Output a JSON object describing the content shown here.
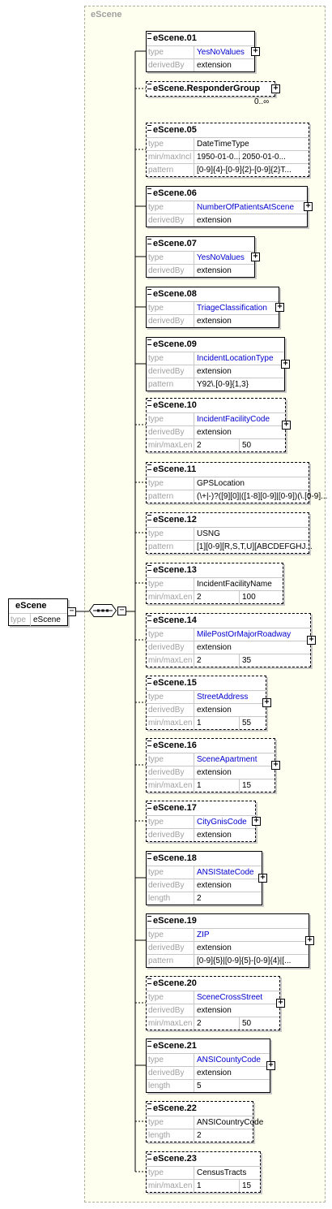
{
  "group": {
    "title": "eScene"
  },
  "root": {
    "name": "eScene",
    "type_label": "type",
    "type_value": "eScene"
  },
  "sequence": {
    "symbol": "sequence-compositor"
  },
  "elements": [
    {
      "name": "eScene.01",
      "optional": false,
      "rows": [
        {
          "label": "type",
          "value": "YesNoValues",
          "link": true
        },
        {
          "label": "derivedBy",
          "value": "extension"
        }
      ],
      "expand": true
    },
    {
      "name": "eScene.ResponderGroup",
      "optional": true,
      "rows": [],
      "expand": true,
      "occurs": "0..∞"
    },
    {
      "name": "eScene.05",
      "optional": true,
      "rows": [
        {
          "label": "type",
          "value": "DateTimeType"
        },
        {
          "label": "min/maxIncl",
          "value": "1950-01-0...",
          "value2": "2050-01-0..."
        },
        {
          "label": "pattern",
          "value": "[0-9]{4}-[0-9]{2}-[0-9]{2}T..."
        }
      ],
      "expand": false
    },
    {
      "name": "eScene.06",
      "optional": false,
      "rows": [
        {
          "label": "type",
          "value": "NumberOfPatientsAtScene",
          "link": true
        },
        {
          "label": "derivedBy",
          "value": "extension"
        }
      ],
      "expand": true
    },
    {
      "name": "eScene.07",
      "optional": false,
      "rows": [
        {
          "label": "type",
          "value": "YesNoValues",
          "link": true
        },
        {
          "label": "derivedBy",
          "value": "extension"
        }
      ],
      "expand": true
    },
    {
      "name": "eScene.08",
      "optional": false,
      "rows": [
        {
          "label": "type",
          "value": "TriageClassification",
          "link": true
        },
        {
          "label": "derivedBy",
          "value": "extension"
        }
      ],
      "expand": true
    },
    {
      "name": "eScene.09",
      "optional": false,
      "rows": [
        {
          "label": "type",
          "value": "IncidentLocationType",
          "link": true
        },
        {
          "label": "derivedBy",
          "value": "extension"
        },
        {
          "label": "pattern",
          "value": "Y92\\.[0-9]{1,3}"
        }
      ],
      "expand": true
    },
    {
      "name": "eScene.10",
      "optional": true,
      "rows": [
        {
          "label": "type",
          "value": "IncidentFacilityCode",
          "link": true
        },
        {
          "label": "derivedBy",
          "value": "extension"
        },
        {
          "label": "min/maxLen",
          "value": "2",
          "value2": "50"
        }
      ],
      "expand": true
    },
    {
      "name": "eScene.11",
      "optional": true,
      "rows": [
        {
          "label": "type",
          "value": "GPSLocation"
        },
        {
          "label": "pattern",
          "value": "(\\+|-)?([9][0]|([1-8][0-9]|[0-9])(\\.[0-9]..."
        }
      ],
      "expand": false
    },
    {
      "name": "eScene.12",
      "optional": true,
      "rows": [
        {
          "label": "type",
          "value": "USNG"
        },
        {
          "label": "pattern",
          "value": "[1][0-9][R,S,T,U][ABCDEFGHJ..."
        }
      ],
      "expand": false
    },
    {
      "name": "eScene.13",
      "optional": true,
      "rows": [
        {
          "label": "type",
          "value": "IncidentFacilityName"
        },
        {
          "label": "min/maxLen",
          "value": "2",
          "value2": "100"
        }
      ],
      "expand": false
    },
    {
      "name": "eScene.14",
      "optional": true,
      "rows": [
        {
          "label": "type",
          "value": "MilePostOrMajorRoadway",
          "link": true
        },
        {
          "label": "derivedBy",
          "value": "extension"
        },
        {
          "label": "min/maxLen",
          "value": "2",
          "value2": "35"
        }
      ],
      "expand": true
    },
    {
      "name": "eScene.15",
      "optional": true,
      "rows": [
        {
          "label": "type",
          "value": "StreetAddress",
          "link": true
        },
        {
          "label": "derivedBy",
          "value": "extension"
        },
        {
          "label": "min/maxLen",
          "value": "1",
          "value2": "55"
        }
      ],
      "expand": true
    },
    {
      "name": "eScene.16",
      "optional": true,
      "rows": [
        {
          "label": "type",
          "value": "SceneApartment",
          "link": true
        },
        {
          "label": "derivedBy",
          "value": "extension"
        },
        {
          "label": "min/maxLen",
          "value": "1",
          "value2": "15"
        }
      ],
      "expand": true
    },
    {
      "name": "eScene.17",
      "optional": true,
      "rows": [
        {
          "label": "type",
          "value": "CityGnisCode",
          "link": true
        },
        {
          "label": "derivedBy",
          "value": "extension"
        }
      ],
      "expand": true
    },
    {
      "name": "eScene.18",
      "optional": false,
      "rows": [
        {
          "label": "type",
          "value": "ANSIStateCode",
          "link": true
        },
        {
          "label": "derivedBy",
          "value": "extension"
        },
        {
          "label": "length",
          "value": "2"
        }
      ],
      "expand": true
    },
    {
      "name": "eScene.19",
      "optional": false,
      "rows": [
        {
          "label": "type",
          "value": "ZIP",
          "link": true
        },
        {
          "label": "derivedBy",
          "value": "extension"
        },
        {
          "label": "pattern",
          "value": "[0-9]{5}|[0-9]{5}-[0-9]{4}|[..."
        }
      ],
      "expand": true
    },
    {
      "name": "eScene.20",
      "optional": true,
      "rows": [
        {
          "label": "type",
          "value": "SceneCrossStreet",
          "link": true
        },
        {
          "label": "derivedBy",
          "value": "extension"
        },
        {
          "label": "min/maxLen",
          "value": "2",
          "value2": "50"
        }
      ],
      "expand": true
    },
    {
      "name": "eScene.21",
      "optional": false,
      "rows": [
        {
          "label": "type",
          "value": "ANSICountyCode",
          "link": true
        },
        {
          "label": "derivedBy",
          "value": "extension"
        },
        {
          "label": "length",
          "value": "5"
        }
      ],
      "expand": true
    },
    {
      "name": "eScene.22",
      "optional": true,
      "rows": [
        {
          "label": "type",
          "value": "ANSICountryCode"
        },
        {
          "label": "length",
          "value": "2"
        }
      ],
      "expand": false
    },
    {
      "name": "eScene.23",
      "optional": true,
      "rows": [
        {
          "label": "type",
          "value": "CensusTracts"
        },
        {
          "label": "min/maxLen",
          "value": "1",
          "value2": "15"
        }
      ],
      "expand": false
    }
  ]
}
